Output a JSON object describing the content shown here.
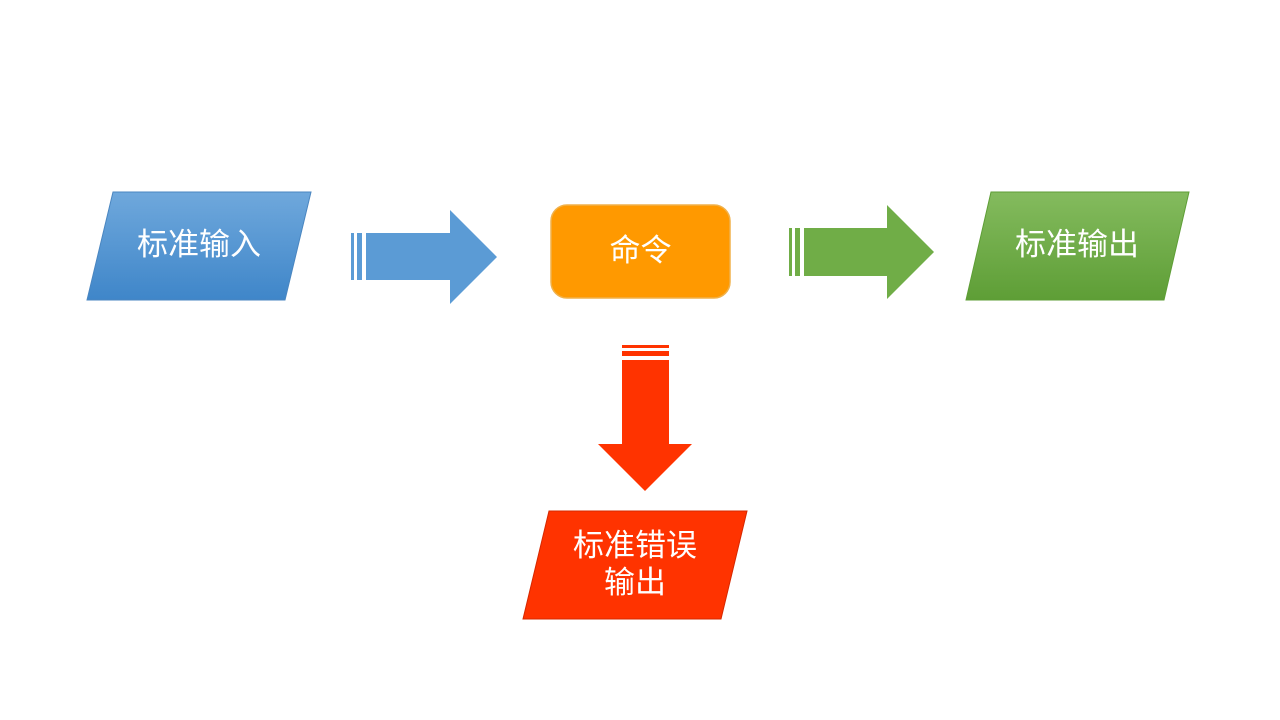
{
  "nodes": {
    "stdin": {
      "label": "标准输入",
      "color": "#5b9bd5"
    },
    "command": {
      "label": "命令",
      "color": "#ff9900"
    },
    "stdout": {
      "label": "标准输出",
      "color": "#70ad47"
    },
    "stderr": {
      "label": "标准错误\n输出",
      "color": "#ff3300"
    }
  },
  "edges": [
    {
      "from": "stdin",
      "to": "command",
      "color": "#5b9bd5"
    },
    {
      "from": "command",
      "to": "stdout",
      "color": "#70ad47"
    },
    {
      "from": "command",
      "to": "stderr",
      "color": "#ff3300"
    }
  ]
}
